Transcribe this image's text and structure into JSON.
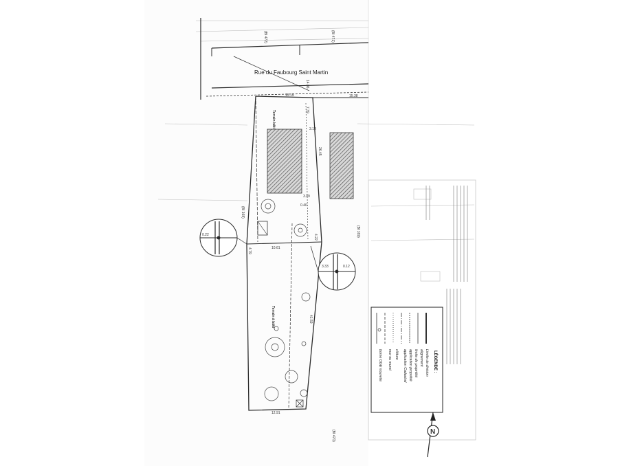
{
  "street_name": "Rue du Faubourg Saint Martin",
  "dimensions": {
    "street_width": "14.86",
    "front_left": "15.19",
    "front_right": "15.38",
    "lot_depth": "26.45",
    "lot_width_mid": "10.61",
    "rear_width": "12.91",
    "side_length": "41.59",
    "d_318": "3.18",
    "d_309": "3.09",
    "d_739": "7.39",
    "d_040": "0.40",
    "d_479": "4.79",
    "d_422": "4.22"
  },
  "insets": {
    "left_value": "0.22",
    "right_value_a": "3.33",
    "right_value_b": "0.12"
  },
  "parcel_refs": {
    "top_left": "(BI 472)",
    "top_right": "(BI 471)",
    "side_left": "(BI 168)",
    "side_right": "(BI 169)",
    "bottom_right": "(BI 470)"
  },
  "lot_labels": {
    "upper": "Terrain bâti",
    "lower": "Terrain à bâtir"
  },
  "legend": {
    "title": "LÉGENDE :",
    "items": [
      "Limite de division",
      "alignement",
      "limite de propriété",
      "application propriété",
      "application Cadastral",
      "clôture",
      "mur ou muret",
      "borne OGE nouvelle"
    ]
  },
  "north_label": "N",
  "colors": {
    "line": "#2a2a2a",
    "hatch": "#555555",
    "faint": "#9a9a9a"
  }
}
